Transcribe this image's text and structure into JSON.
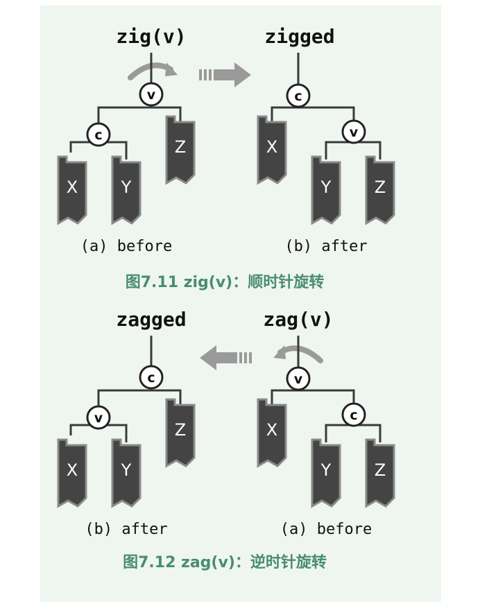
{
  "colors": {
    "panel_bg": "#eef6ef",
    "edge": "#3a3a3a",
    "subtree_fill": "#444444",
    "subtree_border": "#8a8a8a",
    "arrow": "#999999",
    "caption": "#4a8c72"
  },
  "fig711": {
    "before_title": "zig(v)",
    "after_title": "zigged",
    "before_caption": "(a) before",
    "after_caption": "(b) after",
    "caption": "图7.11 zig(v)：顺时针旋转",
    "before": {
      "node_top": "v",
      "node_inner": "c",
      "sub_left": "X",
      "sub_mid": "Y",
      "sub_right": "Z"
    },
    "after": {
      "node_top": "c",
      "node_inner": "v",
      "sub_left": "X",
      "sub_mid": "Y",
      "sub_right": "Z"
    }
  },
  "fig712": {
    "after_title": "zagged",
    "before_title": "zag(v)",
    "after_caption": "(b) after",
    "before_caption": "(a) before",
    "caption": "图7.12 zag(v)：逆时针旋转",
    "after": {
      "node_top": "c",
      "node_inner": "v",
      "sub_left": "X",
      "sub_mid": "Y",
      "sub_right": "Z"
    },
    "before": {
      "node_top": "v",
      "node_inner": "c",
      "sub_left": "X",
      "sub_mid": "Y",
      "sub_right": "Z"
    }
  }
}
